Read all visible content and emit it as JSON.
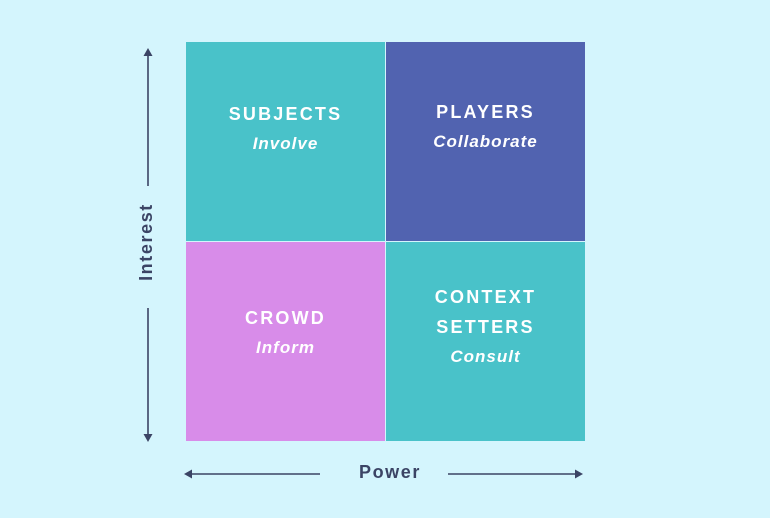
{
  "colors": {
    "background": "#d4f5fd",
    "teal": "#49c2c9",
    "indigo": "#5163b0",
    "violet": "#d88ce9",
    "axis": "#3b4465"
  },
  "quadrants": {
    "subjects": {
      "title_lines": [
        "SUBJECTS"
      ],
      "action": "Involve"
    },
    "players": {
      "title_lines": [
        "PLAYERS"
      ],
      "action": "Collaborate"
    },
    "crowd": {
      "title_lines": [
        "CROWD"
      ],
      "action": "Inform"
    },
    "context_setters": {
      "title_lines": [
        "CONTEXT",
        "SETTERS"
      ],
      "action": "Consult"
    }
  },
  "axes": {
    "x_label": "Power",
    "y_label": "Interest"
  }
}
